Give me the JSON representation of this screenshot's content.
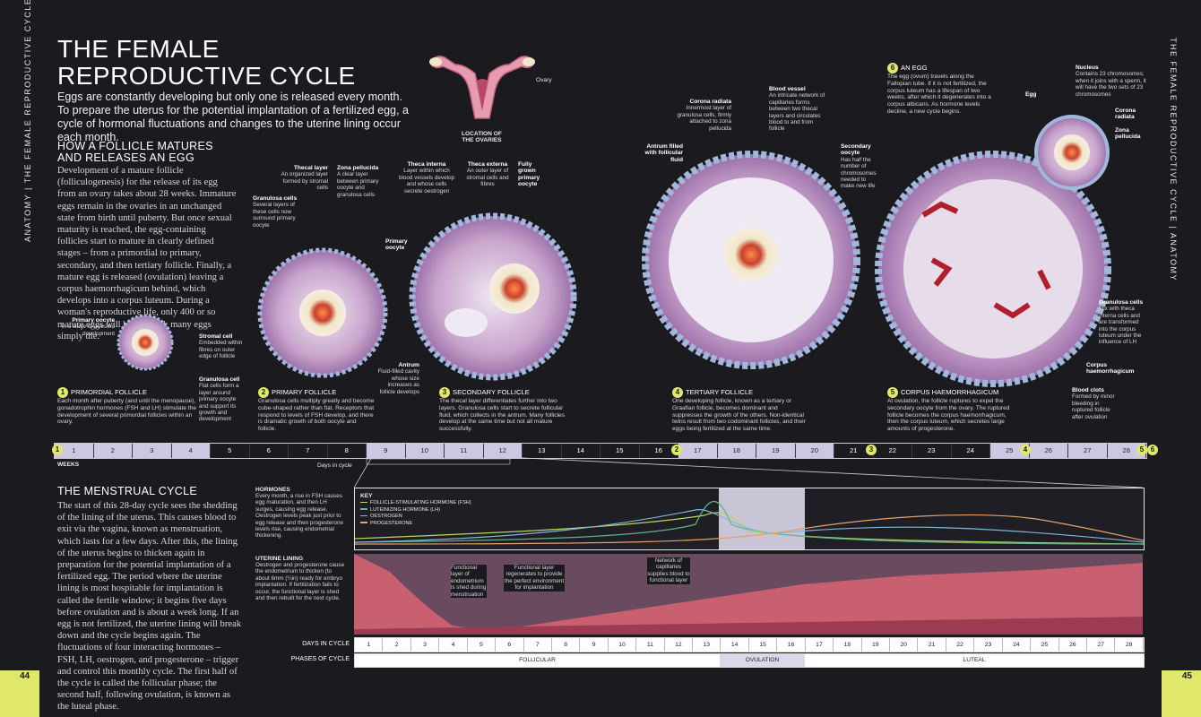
{
  "side": {
    "left_text": "ANATOMY | THE FEMALE REPRODUCTIVE CYCLE",
    "right_text": "THE FEMALE REPRODUCTIVE CYCLE | ANATOMY",
    "page_left": "44",
    "page_right": "45"
  },
  "title": {
    "line1": "THE FEMALE",
    "line2": "REPRODUCTIVE CYCLE"
  },
  "intro": "Eggs are constantly developing but only one is released every month. To prepare the uterus for the potential implantation of a fertilized egg, a cycle of hormonal fluctuations and changes to the uterine lining occur each month.",
  "follicle_section": {
    "heading1": "HOW A FOLLICLE MATURES",
    "heading2": "AND RELEASES AN EGG",
    "body": "Development of a mature follicle (folliculogenesis) for the release of its egg from an ovary takes about 28 weeks. Immature eggs remain in the ovaries in an unchanged state from birth until puberty. But once sexual maturity is reached, the egg-containing follicles start to mature in clearly defined stages – from a primordial to primary, secondary, and then tertiary follicle. Finally, a mature egg is released (ovulation) leaving a corpus haemorrhagicum behind, which develops into a corpus luteum. During a woman's reproductive life, only 400 or so mature eggs will be released; many eggs simply die."
  },
  "ovary": {
    "label": "Ovary",
    "caption1": "LOCATION OF",
    "caption2": "THE OVARIES"
  },
  "labels": {
    "primary_oocyte": {
      "t": "Primary oocyte",
      "d": "In a stage of arrested development"
    },
    "stromal_cell": {
      "t": "Stromal cell",
      "d": "Embedded within fibres on outer edge of follicle"
    },
    "granulosa_cell_1": {
      "t": "Granulosa cell",
      "d": "Flat cells form a layer around primary oocyte and support its growth and development"
    },
    "granulosa_cells_2": {
      "t": "Granulosa cells",
      "d": "Several layers of these cells now surround primary oocyte"
    },
    "thecal_layer": {
      "t": "Thecal layer",
      "d": "An organized layer formed by stromal cells"
    },
    "zona_pellucida": {
      "t": "Zona pellucida",
      "d": "A clear layer between primary oocyte and granulosa cells"
    },
    "primary_oocyte_2": {
      "t": "Primary oocyte",
      "d": ""
    },
    "theca_interna": {
      "t": "Theca interna",
      "d": "Layer within which blood vessels develop and whose cells secrete oestrogen"
    },
    "theca_externa": {
      "t": "Theca externa",
      "d": "An outer layer of stromal cells and fibres"
    },
    "fully_grown": {
      "t": "Fully grown primary oocyte",
      "d": ""
    },
    "antrum": {
      "t": "Antrum",
      "d": "Fluid-filled cavity whose size increases as follicle develops"
    },
    "antrum_filled": {
      "t": "Antrum filled with follicular fluid",
      "d": ""
    },
    "corona_radiata": {
      "t": "Corona radiata",
      "d": "Innermost layer of granulosa cells, firmly attached to zona pellucida"
    },
    "blood_vessel": {
      "t": "Blood vessel",
      "d": "An intricate network of capillaries forms between two thecal layers and circulates blood to and from follicle"
    },
    "secondary_oocyte": {
      "t": "Secondary oocyte",
      "d": "Has half the number of chromosomes needed to make new life"
    },
    "nucleus": {
      "t": "Nucleus",
      "d": "Contains 23 chromosomes; when it joins with a sperm, it will have the two sets of 23 chromosomes"
    },
    "egg": {
      "t": "Egg",
      "d": ""
    },
    "corona_radiata_2": {
      "t": "Corona radiata",
      "d": ""
    },
    "zona_pellucida_2": {
      "t": "Zona pellucida",
      "d": ""
    },
    "granulosa_cells_3": {
      "t": "Granulosa cells",
      "d": "Mix with theca interna cells and are transformed into the corpus luteum under the influence of LH"
    },
    "corpus_haem": {
      "t": "Corpus haemorrhagicum",
      "d": ""
    },
    "blood_clots": {
      "t": "Blood clots",
      "d": "Formed by minor bleeding in ruptured follicle after ovulation"
    }
  },
  "steps": [
    {
      "n": "1",
      "title": "PRIMORDIAL FOLLICLE",
      "text": "Each month after puberty (and until the menopause), gonadotrophin hormones (FSH and LH) stimulate the development of several primordial follicles within an ovary."
    },
    {
      "n": "2",
      "title": "PRIMARY FOLLICLE",
      "text": "Granulosa cells multiply greatly and become cube-shaped rather than flat. Receptors that respond to levels of FSH develop, and there is dramatic growth of both oocyte and follicle."
    },
    {
      "n": "3",
      "title": "SECONDARY FOLLICLE",
      "text": "The thecal layer differentiates further into two layers. Granulosa cells start to secrete follicular fluid, which collects in the antrum. Many follicles develop at the same time but not all mature successfully."
    },
    {
      "n": "4",
      "title": "TERTIARY FOLLICLE",
      "text": "One developing follicle, known as a tertiary or Graafian follicle, becomes dominant and suppresses the growth of the others. Non-identical twins result from two codominant follicles, and their eggs being fertilized at the same time."
    },
    {
      "n": "5",
      "title": "CORPUS HAEMORRHAGICUM",
      "text": "At ovulation, the follicle ruptures to expel the secondary oocyte from the ovary. The ruptured follicle becomes the corpus haemorrhagicum, then the corpus luteum, which secretes large amounts of progesterone."
    },
    {
      "n": "6",
      "title": "AN EGG",
      "text": "The egg (ovum) travels along the Fallopian tube. If it is not fertilized, the corpus luteum has a lifespan of two weeks, after which it degenerates into a corpus albicans. As hormone levels decline, a new cycle begins."
    }
  ],
  "weeks": {
    "label": "WEEKS",
    "days_in_cycle_label": "Days in cycle",
    "cells": [
      "1",
      "2",
      "3",
      "4",
      "5",
      "6",
      "7",
      "8",
      "9",
      "10",
      "11",
      "12",
      "13",
      "14",
      "15",
      "16",
      "17",
      "18",
      "19",
      "20",
      "21",
      "22",
      "23",
      "24",
      "25",
      "26",
      "27",
      "28"
    ],
    "light": [
      1,
      1,
      1,
      1,
      0,
      0,
      0,
      0,
      1,
      1,
      1,
      1,
      0,
      0,
      0,
      0,
      1,
      1,
      1,
      1,
      0,
      0,
      0,
      0,
      1,
      1,
      1,
      1
    ],
    "markers": [
      "1",
      "2",
      "3",
      "4",
      "5",
      "6"
    ]
  },
  "menstrual": {
    "heading": "THE MENSTRUAL CYCLE",
    "body": "The start of this 28-day cycle sees the shedding of the lining of the uterus. This causes blood to exit via the vagina, known as menstruation, which lasts for a few days. After this, the lining of the uterus begins to thicken again in preparation for the potential implantation of a fertilized egg. The period where the uterine lining is most hospitable for implantation is called the fertile window; it begins five days before ovulation and is about a week long. If an egg is not fertilized, the uterine lining will break down and the cycle begins again. The fluctuations of four interacting hormones – FSH, LH, oestrogen, and progesterone – trigger and control this monthly cycle. The first half of the cycle is called the follicular phase; the second half, following ovulation, is known as the luteal phase."
  },
  "hormones": {
    "title": "HORMONES",
    "text": "Every month, a rise in FSH causes egg maturation, and then LH surges, causing egg release. Oestrogen levels peak just prior to egg release and then progesterone levels rise, causing endometrial thickening.",
    "key_title": "KEY",
    "key": [
      {
        "name": "FOLLICLE-STIMULATING HORMONE (FSH)",
        "color": "#b9d65a"
      },
      {
        "name": "LUTEINIZING HORMONE (LH)",
        "color": "#5fb38f"
      },
      {
        "name": "OESTROGEN",
        "color": "#7fb6d8"
      },
      {
        "name": "PROGESTERONE",
        "color": "#e2a26a"
      }
    ]
  },
  "uterine": {
    "title": "UTERINE LINING",
    "text": "Oestrogen and progesterone cause the endometrium to thicken (to about 6mm (¼in) ready for embryo implantation. If fertilization fails to occur, the functional layer is shed and then rebuilt for the next cycle.",
    "ann1": "Functional layer of endometrium is shed during menstruation",
    "ann2": "Functional layer regenerates to provide the perfect environment for implantation",
    "ann3": "Network of capillaries supplies blood to functional layer"
  },
  "days_row_label": "DAYS IN CYCLE",
  "phases_row_label": "PHASES OF CYCLE",
  "phases": {
    "follicular": "FOLLICULAR",
    "ovulation": "OVULATION",
    "luteal": "LUTEAL"
  }
}
